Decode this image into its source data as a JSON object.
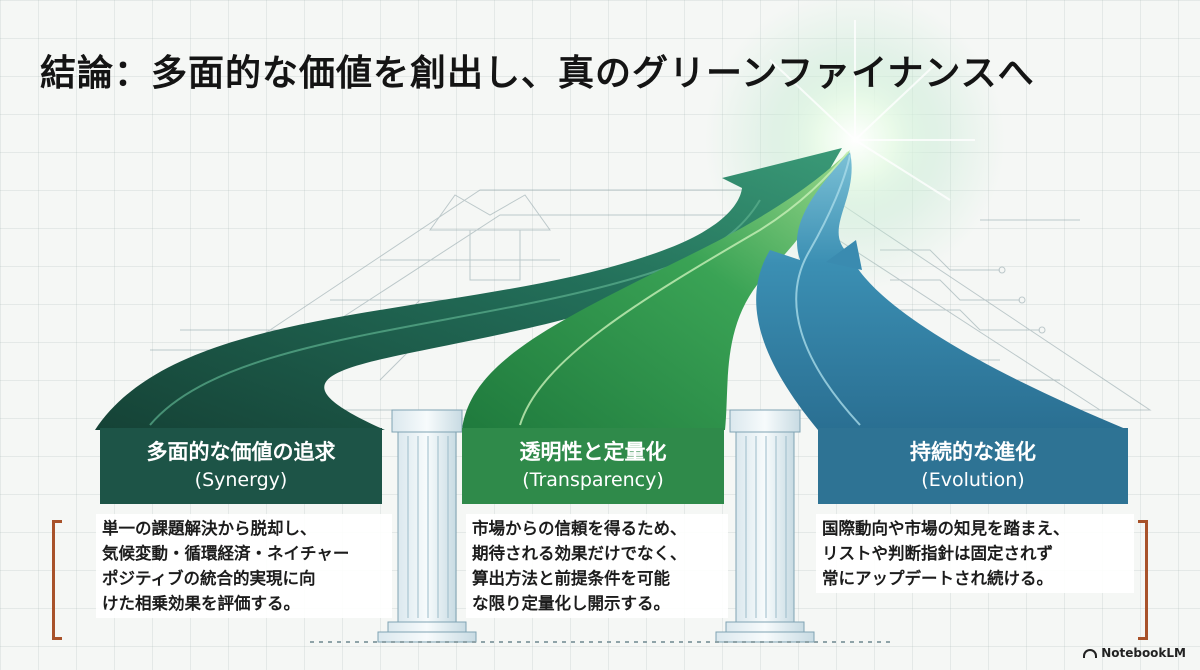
{
  "title": "結論：多面的な価値を創出し、真のグリーンファイナンスへ",
  "pillars": [
    {
      "title": "多面的な価値の追求",
      "subtitle": "(Synergy)",
      "lines": [
        "単一の課題解決から脱却し、",
        "気候変動・循環経済・ネイチャー",
        "ポジティブの統合的実現に向",
        "けた相乗効果を評価する。"
      ],
      "color": "#1d5447"
    },
    {
      "title": "透明性と定量化",
      "subtitle": "(Transparency)",
      "lines": [
        "市場からの信頼を得るため、",
        "期待される効果だけでなく、",
        "算出方法と前提条件を可能",
        "な限り定量化し開示する。"
      ],
      "color": "#2f8a4a"
    },
    {
      "title": "持続的な進化",
      "subtitle": "(Evolution)",
      "lines": [
        "国際動向や市場の知見を踏まえ、",
        "リストや判断指針は固定されず",
        "常にアップデートされ続ける。"
      ],
      "color": "#2e7394"
    }
  ],
  "brand": "NotebookLM"
}
